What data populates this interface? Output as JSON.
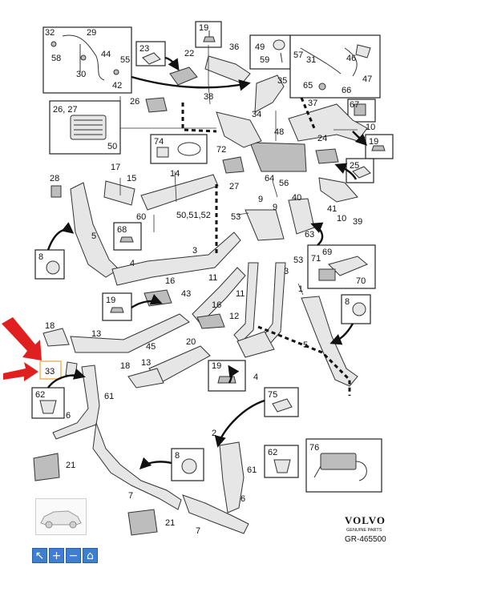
{
  "labels": {
    "p1": "1",
    "p2": "2",
    "p3a": "3",
    "p3b": "3",
    "p4a": "4",
    "p4b": "4",
    "p5a": "5",
    "p5b": "5",
    "p6a": "6",
    "p6b": "6",
    "p7a": "7",
    "p7b": "7",
    "p8a": "8",
    "p8b": "8",
    "p8c": "8",
    "p9a": "9",
    "p9b": "9",
    "p10a": "10",
    "p10b": "10",
    "p11a": "11",
    "p11b": "11",
    "p12": "12",
    "p13a": "13",
    "p13b": "13",
    "p14": "14",
    "p15": "15",
    "p16a": "16",
    "p16b": "16",
    "p17": "17",
    "p18a": "18",
    "p18b": "18",
    "p19a": "19",
    "p19b": "19",
    "p19c": "19",
    "p19d": "19",
    "p20": "20",
    "p21a": "21",
    "p21b": "21",
    "p22": "22",
    "p23": "23",
    "p24": "24",
    "p25": "25",
    "p26": "26",
    "p2627": "26, 27",
    "p27": "27",
    "p28": "28",
    "p29": "29",
    "p30": "30",
    "p31": "31",
    "p32": "32",
    "p33": "33",
    "p34": "34",
    "p35": "35",
    "p36": "36",
    "p37": "37",
    "p38": "38",
    "p39": "39",
    "p40": "40",
    "p41": "41",
    "p42": "42",
    "p43": "43",
    "p44": "44",
    "p45": "45",
    "p46": "46",
    "p47": "47",
    "p48": "48",
    "p49": "49",
    "p50a": "50",
    "p505152": "50,51,52",
    "p53a": "53",
    "p53b": "53",
    "p55": "55",
    "p56": "56",
    "p57": "57",
    "p58": "58",
    "p59": "59",
    "p60": "60",
    "p61a": "61",
    "p61b": "61",
    "p62a": "62",
    "p62b": "62",
    "p63": "63",
    "p64": "64",
    "p65": "65",
    "p66": "66",
    "p67": "67",
    "p68": "68",
    "p69": "69",
    "p70": "70",
    "p71": "71",
    "p72": "72",
    "p74": "74",
    "p75": "75",
    "p76": "76"
  },
  "brand": {
    "name": "VOLVO",
    "sub": "GENUINE PARTS",
    "ref": "GR-465500"
  },
  "toolbar": {
    "pointer": "↖",
    "zoom_in": "+",
    "zoom_out": "−",
    "home": "⌂"
  },
  "colors": {
    "highlight_arrow": "#e02020",
    "highlight_box": "#e8a33c",
    "toolbar": "#3f7fd1"
  }
}
